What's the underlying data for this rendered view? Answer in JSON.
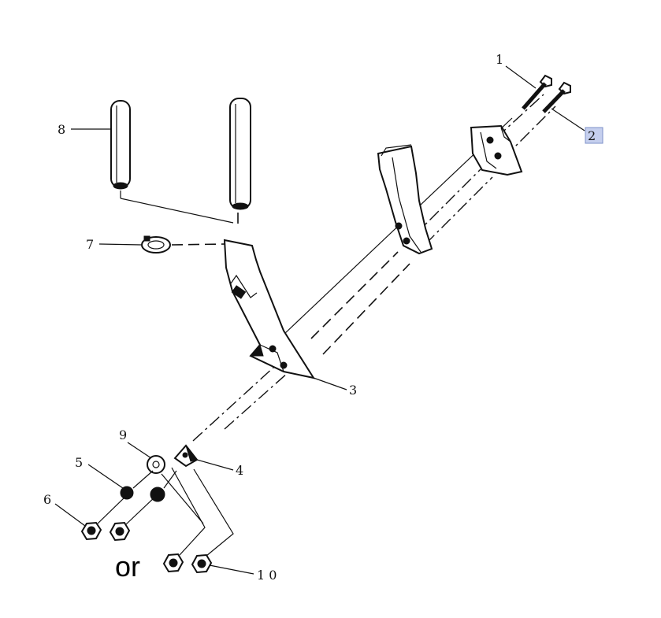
{
  "diagram": {
    "callouts": [
      {
        "id": "1",
        "label": "1"
      },
      {
        "id": "2",
        "label": "2"
      },
      {
        "id": "3",
        "label": "3"
      },
      {
        "id": "4",
        "label": "4"
      },
      {
        "id": "5",
        "label": "5"
      },
      {
        "id": "6",
        "label": "6"
      },
      {
        "id": "7",
        "label": "7"
      },
      {
        "id": "8",
        "label": "8"
      },
      {
        "id": "9",
        "label": "9"
      },
      {
        "id": "10",
        "label": "1 0"
      }
    ],
    "alternative_text": "or",
    "highlight_color": "#c5cfee",
    "highlight_border": "#7e90c8"
  }
}
